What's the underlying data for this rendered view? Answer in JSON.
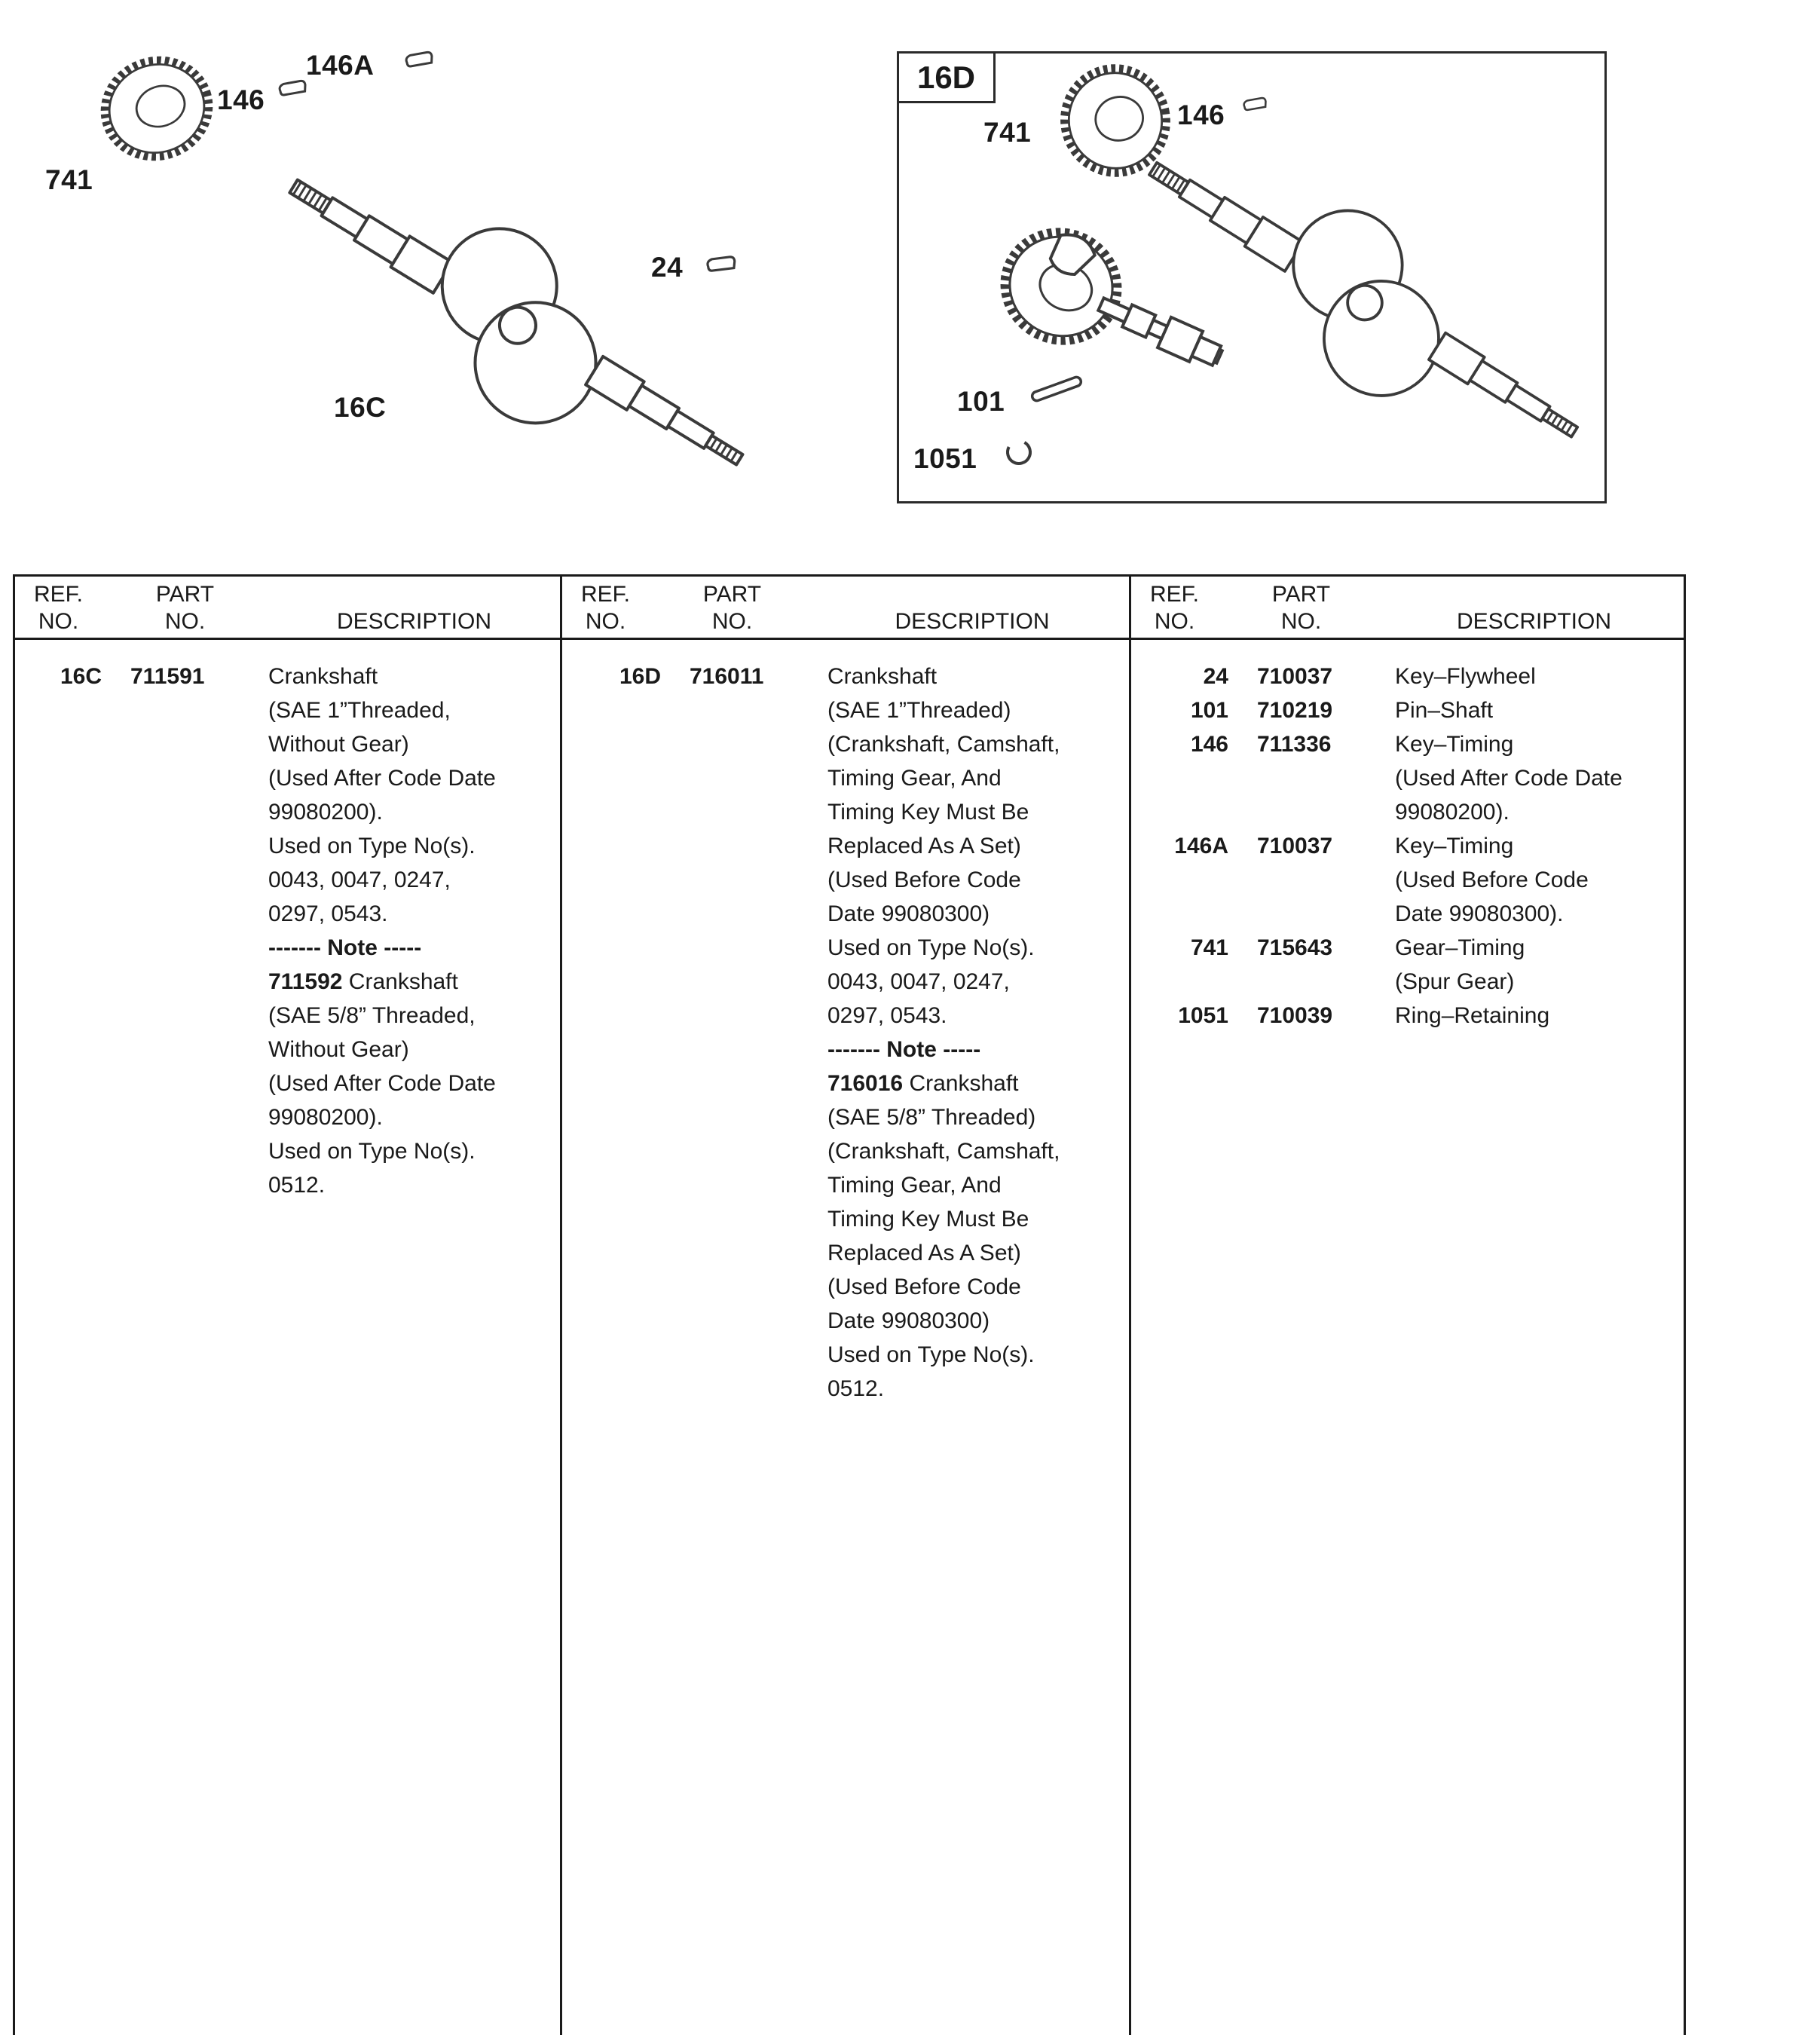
{
  "diagram": {
    "left": {
      "gear_label": "741",
      "key_label": "146",
      "key_a_label": "146A",
      "flywheel_key_label": "24",
      "crankshaft_label": "16C"
    },
    "right": {
      "box_label": "16D",
      "gear_label": "741",
      "key_label": "146",
      "pin_label": "101",
      "ring_label": "1051"
    }
  },
  "table": {
    "header": {
      "ref1": "REF.",
      "ref2": "NO.",
      "part1": "PART",
      "part2": "NO.",
      "desc": "DESCRIPTION"
    },
    "columns": [
      {
        "entries": [
          {
            "ref": "16C",
            "part": "711591",
            "desc": [
              [
                {
                  "t": "Crankshaft"
                }
              ],
              [
                {
                  "t": "(SAE 1”Threaded,"
                }
              ],
              [
                {
                  "t": "Without Gear)"
                }
              ],
              [
                {
                  "t": "(Used After Code Date"
                }
              ],
              [
                {
                  "t": "99080200)."
                }
              ],
              [
                {
                  "t": "Used on Type No(s)."
                }
              ],
              [
                {
                  "t": "0043, 0047, 0247,"
                }
              ],
              [
                {
                  "t": "0297, 0543."
                }
              ],
              [
                {
                  "t": "------- Note -----",
                  "b": true
                }
              ],
              [
                {
                  "t": "711592",
                  "b": true
                },
                {
                  "t": " Crankshaft"
                }
              ],
              [
                {
                  "t": "(SAE 5/8” Threaded,"
                }
              ],
              [
                {
                  "t": "Without Gear)"
                }
              ],
              [
                {
                  "t": "(Used After Code Date"
                }
              ],
              [
                {
                  "t": "99080200)."
                }
              ],
              [
                {
                  "t": "Used on Type No(s)."
                }
              ],
              [
                {
                  "t": "0512."
                }
              ]
            ]
          }
        ]
      },
      {
        "entries": [
          {
            "ref": "16D",
            "part": "716011",
            "desc": [
              [
                {
                  "t": "Crankshaft"
                }
              ],
              [
                {
                  "t": "(SAE 1”Threaded)"
                }
              ],
              [
                {
                  "t": "(Crankshaft, Camshaft,"
                }
              ],
              [
                {
                  "t": "Timing Gear, And"
                }
              ],
              [
                {
                  "t": "Timing Key Must Be"
                }
              ],
              [
                {
                  "t": "Replaced As A Set)"
                }
              ],
              [
                {
                  "t": "(Used Before Code"
                }
              ],
              [
                {
                  "t": "Date 99080300)"
                }
              ],
              [
                {
                  "t": "Used on Type No(s)."
                }
              ],
              [
                {
                  "t": "0043, 0047, 0247,"
                }
              ],
              [
                {
                  "t": "0297, 0543."
                }
              ],
              [
                {
                  "t": "------- Note -----",
                  "b": true
                }
              ],
              [
                {
                  "t": "716016",
                  "b": true
                },
                {
                  "t": " Crankshaft"
                }
              ],
              [
                {
                  "t": "(SAE 5/8” Threaded)"
                }
              ],
              [
                {
                  "t": "(Crankshaft, Camshaft,"
                }
              ],
              [
                {
                  "t": "Timing Gear, And"
                }
              ],
              [
                {
                  "t": "Timing Key Must Be"
                }
              ],
              [
                {
                  "t": "Replaced As A Set)"
                }
              ],
              [
                {
                  "t": "(Used Before Code"
                }
              ],
              [
                {
                  "t": "Date 99080300)"
                }
              ],
              [
                {
                  "t": "Used on Type No(s)."
                }
              ],
              [
                {
                  "t": "0512."
                }
              ]
            ]
          }
        ]
      },
      {
        "entries": [
          {
            "ref": "24",
            "part": "710037",
            "desc": [
              [
                {
                  "t": "Key–Flywheel"
                }
              ]
            ]
          },
          {
            "ref": "101",
            "part": "710219",
            "desc": [
              [
                {
                  "t": "Pin–Shaft"
                }
              ]
            ]
          },
          {
            "ref": "146",
            "part": "711336",
            "desc": [
              [
                {
                  "t": "Key–Timing"
                }
              ],
              [
                {
                  "t": "(Used After Code Date"
                }
              ],
              [
                {
                  "t": "99080200)."
                }
              ]
            ]
          },
          {
            "ref": "146A",
            "part": "710037",
            "desc": [
              [
                {
                  "t": "Key–Timing"
                }
              ],
              [
                {
                  "t": "(Used Before Code"
                }
              ],
              [
                {
                  "t": "Date 99080300)."
                }
              ]
            ]
          },
          {
            "ref": "741",
            "part": "715643",
            "desc": [
              [
                {
                  "t": "Gear–Timing"
                }
              ],
              [
                {
                  "t": "(Spur Gear)"
                }
              ]
            ]
          },
          {
            "ref": "1051",
            "part": "710039",
            "desc": [
              [
                {
                  "t": "Ring–Retaining"
                }
              ]
            ]
          }
        ]
      }
    ]
  }
}
